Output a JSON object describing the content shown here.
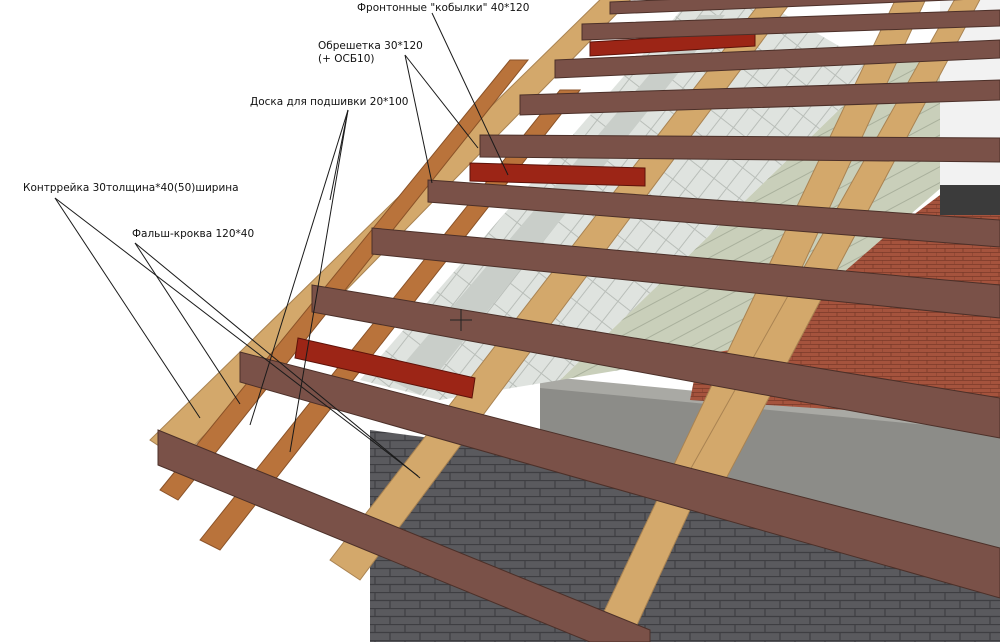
{
  "labels": {
    "gable_pieces": "Фронтонные \"кобылки\" 40*120",
    "battens": "Обрешетка 30*120\n(+ ОСБ10)",
    "soffit_board": "Доска для подшивки 20*100",
    "counter_batten": "Контррейка 30толщина*40(50)ширина",
    "false_rafter": "Фальш-кроква 120*40"
  },
  "colors": {
    "batten": "#7a5148",
    "rafter": "#d3a86b",
    "counter_batten": "#b9733b",
    "gable_piece": "#9c2516",
    "block_wall": "#555558",
    "concrete": "#8a8a86",
    "insulation": "#d9ddd9",
    "siding": "#c9cfba",
    "brick": "#a5533d"
  }
}
